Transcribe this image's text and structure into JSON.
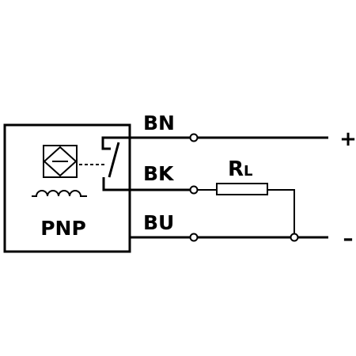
{
  "diagram": {
    "sensor_label": "PNP",
    "wires": {
      "brown": "BN",
      "black": "BK",
      "blue": "BU"
    },
    "load": {
      "symbol": "R",
      "subscript": "L"
    },
    "supply": {
      "positive": "+",
      "negative": "–"
    },
    "icons": [
      "inductive-sensor-icon",
      "coil-icon",
      "switch-contact-icon",
      "resistor-icon"
    ],
    "colors": {
      "line": "#000000",
      "background": "#ffffff"
    }
  }
}
